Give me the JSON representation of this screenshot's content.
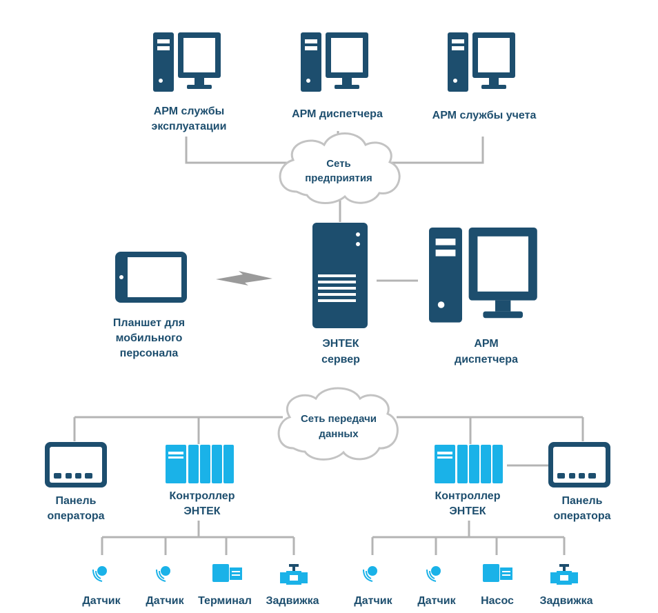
{
  "labels": {
    "arm_ops_1": "АРМ службы",
    "arm_ops_2": "эксплуатации",
    "arm_dispatch": "АРМ диспетчера",
    "arm_accounting": "АРМ службы учета",
    "cloud_enterprise_1": "Сеть",
    "cloud_enterprise_2": "предприятия",
    "tablet_1": "Планшет для",
    "tablet_2": "мобильного",
    "tablet_3": "персонала",
    "server_1": "ЭНТЕК",
    "server_2": "сервер",
    "arm2_1": "АРМ",
    "arm2_2": "диспетчера",
    "cloud_data_1": "Сеть передачи",
    "cloud_data_2": "данных",
    "panel_left_1": "Панель",
    "panel_left_2": "оператора",
    "ctrl_left_1": "Контроллер",
    "ctrl_left_2": "ЭНТЕК",
    "ctrl_right_1": "Контроллер",
    "ctrl_right_2": "ЭНТЕК",
    "panel_right_1": "Панель",
    "panel_right_2": "оператора",
    "dev_l1": "Датчик",
    "dev_l2": "Датчик",
    "dev_l3": "Терминал",
    "dev_l4": "Задвижка",
    "dev_r1": "Датчик",
    "dev_r2": "Датчик",
    "dev_r3": "Насос",
    "dev_r4": "Задвижка"
  },
  "colors": {
    "dark": "#1d4e6e",
    "light": "#1ab2e8",
    "line": "#b4b4b4"
  }
}
